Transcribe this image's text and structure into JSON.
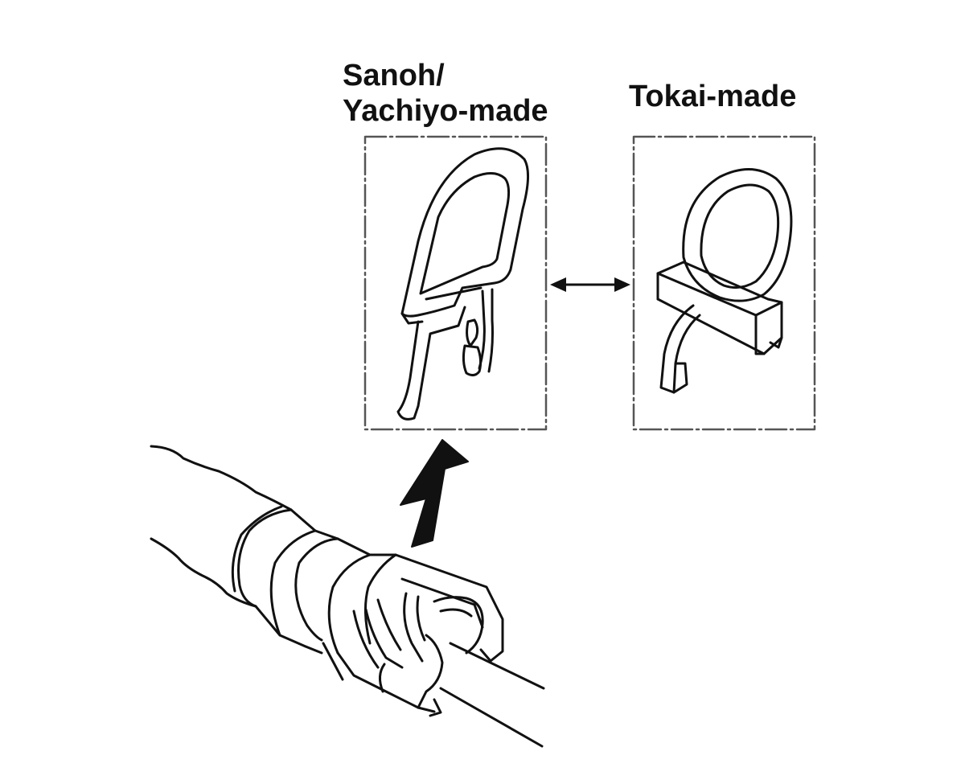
{
  "labels": {
    "sanoh_line1": "Sanoh/",
    "sanoh_line2": "Yachiyo-made",
    "tokai": "Tokai-made"
  },
  "colors": {
    "ink": "#111111",
    "background": "#ffffff",
    "box_dash": "#555555"
  },
  "icons": {
    "interchange_arrow": "double-headed-arrow",
    "removal_arrow": "bold-up-arrow"
  }
}
